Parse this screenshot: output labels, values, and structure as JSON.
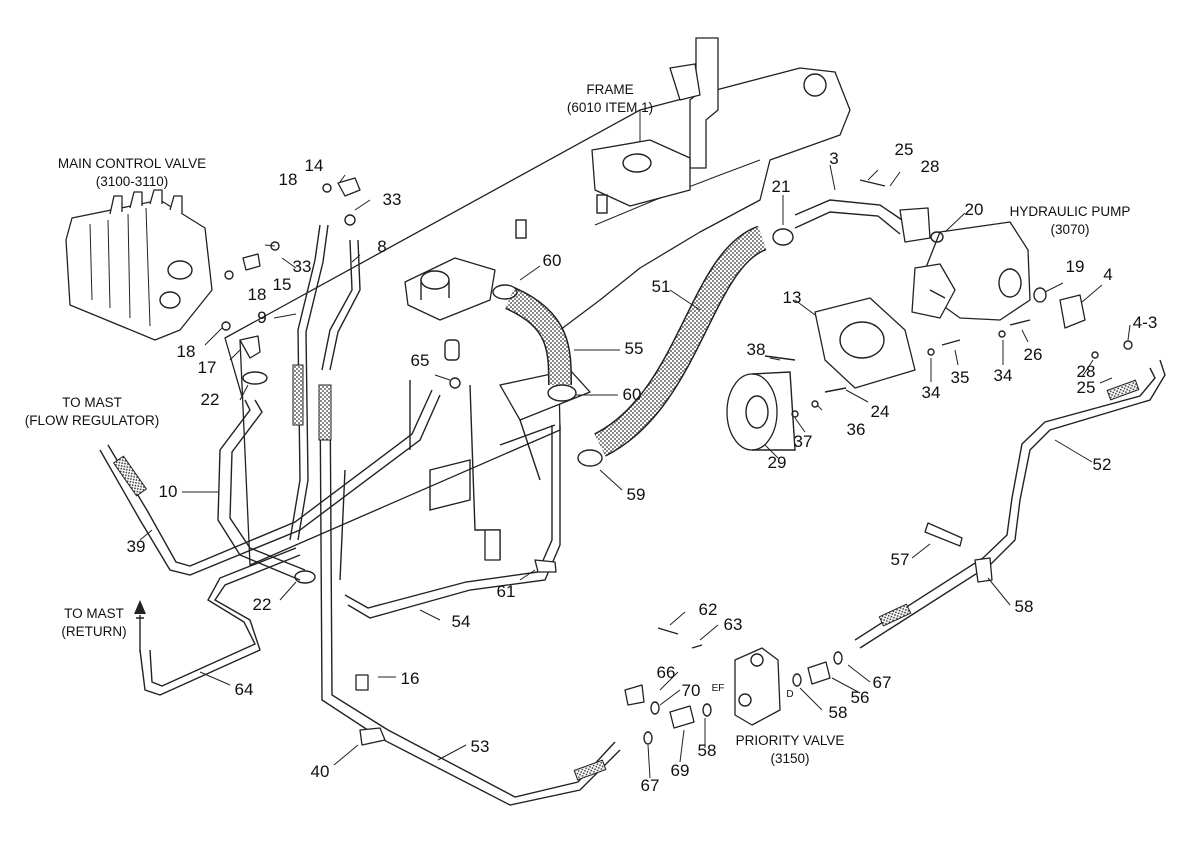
{
  "captions": {
    "frame": [
      "FRAME",
      "(6010 ITEM 1)"
    ],
    "main_control_valve": [
      "MAIN CONTROL VALVE",
      "(3100-3110)"
    ],
    "hydraulic_pump": [
      "HYDRAULIC PUMP",
      "(3070)"
    ],
    "to_mast_flow": [
      "TO MAST",
      "(FLOW REGULATOR)"
    ],
    "to_mast_return": [
      "TO MAST",
      "(RETURN)"
    ],
    "priority_valve": [
      "PRIORITY VALVE",
      "(3150)"
    ],
    "port_ef": "EF",
    "port_d": "D"
  },
  "callouts": [
    {
      "id": "c14",
      "text": "14"
    },
    {
      "id": "c18a",
      "text": "18"
    },
    {
      "id": "c33a",
      "text": "33"
    },
    {
      "id": "c8",
      "text": "8"
    },
    {
      "id": "c18b",
      "text": "18"
    },
    {
      "id": "c15",
      "text": "15"
    },
    {
      "id": "c33b",
      "text": "33"
    },
    {
      "id": "c9",
      "text": "9"
    },
    {
      "id": "c18c",
      "text": "18"
    },
    {
      "id": "c17",
      "text": "17"
    },
    {
      "id": "c22a",
      "text": "22"
    },
    {
      "id": "c10",
      "text": "10"
    },
    {
      "id": "c39",
      "text": "39"
    },
    {
      "id": "c22b",
      "text": "22"
    },
    {
      "id": "c64",
      "text": "64"
    },
    {
      "id": "c16",
      "text": "16"
    },
    {
      "id": "c40",
      "text": "40"
    },
    {
      "id": "c53",
      "text": "53"
    },
    {
      "id": "c60a",
      "text": "60"
    },
    {
      "id": "c65",
      "text": "65"
    },
    {
      "id": "c55",
      "text": "55"
    },
    {
      "id": "c60b",
      "text": "60"
    },
    {
      "id": "c59",
      "text": "59"
    },
    {
      "id": "c61",
      "text": "61"
    },
    {
      "id": "c54",
      "text": "54"
    },
    {
      "id": "c51",
      "text": "51"
    },
    {
      "id": "c21",
      "text": "21"
    },
    {
      "id": "c3",
      "text": "3"
    },
    {
      "id": "c25a",
      "text": "25"
    },
    {
      "id": "c28a",
      "text": "28"
    },
    {
      "id": "c20",
      "text": "20"
    },
    {
      "id": "c13",
      "text": "13"
    },
    {
      "id": "c38",
      "text": "38"
    },
    {
      "id": "c29",
      "text": "29"
    },
    {
      "id": "c37",
      "text": "37"
    },
    {
      "id": "c36",
      "text": "36"
    },
    {
      "id": "c24",
      "text": "24"
    },
    {
      "id": "c34a",
      "text": "34"
    },
    {
      "id": "c35",
      "text": "35"
    },
    {
      "id": "c34b",
      "text": "34"
    },
    {
      "id": "c26",
      "text": "26"
    },
    {
      "id": "c19",
      "text": "19"
    },
    {
      "id": "c4",
      "text": "4"
    },
    {
      "id": "c4_3",
      "text": "4-3"
    },
    {
      "id": "c28b",
      "text": "28"
    },
    {
      "id": "c25b",
      "text": "25"
    },
    {
      "id": "c52",
      "text": "52"
    },
    {
      "id": "c57",
      "text": "57"
    },
    {
      "id": "c58a",
      "text": "58"
    },
    {
      "id": "c62",
      "text": "62"
    },
    {
      "id": "c63",
      "text": "63"
    },
    {
      "id": "c66",
      "text": "66"
    },
    {
      "id": "c70",
      "text": "70"
    },
    {
      "id": "c58b",
      "text": "58"
    },
    {
      "id": "c69",
      "text": "69"
    },
    {
      "id": "c67a",
      "text": "67"
    },
    {
      "id": "c58c",
      "text": "58"
    },
    {
      "id": "c56",
      "text": "56"
    },
    {
      "id": "c67b",
      "text": "67"
    }
  ]
}
